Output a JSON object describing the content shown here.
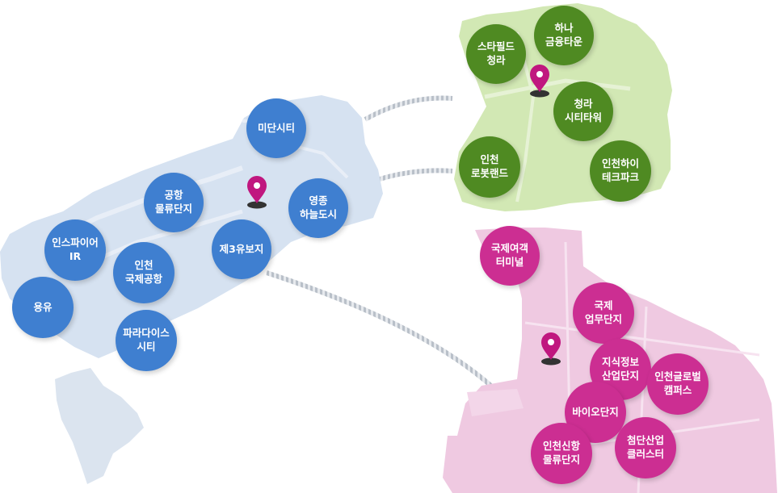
{
  "colors": {
    "blue_region": "#d6e2f1",
    "blue_circle": "#3f7fd0",
    "green_region": "#d2e8b4",
    "green_circle": "#4f8a22",
    "pink_region": "#efc9e1",
    "pink_circle": "#cc2e92",
    "pin": "#c0177f",
    "connector": "#bfc5cc"
  },
  "regions": {
    "yeongjong": {
      "labels": [
        "미단시티",
        "공항\n물류단지",
        "영종\n하늘도시",
        "제3유보지",
        "인스파이어\nIR",
        "인천\n국제공항",
        "용유",
        "파라다이스\n시티"
      ]
    },
    "cheongna": {
      "labels": [
        "하나\n금융타운",
        "스타필드\n청라",
        "청라\n시티타워",
        "인천\n로봇랜드",
        "인천하이\n테크파크"
      ]
    },
    "songdo": {
      "labels": [
        "국제여객\n터미널",
        "국제\n업무단지",
        "지식정보\n산업단지",
        "인천글로벌\n캠퍼스",
        "바이오단지",
        "첨단산업\n클러스터",
        "인천신항\n물류단지"
      ]
    }
  }
}
